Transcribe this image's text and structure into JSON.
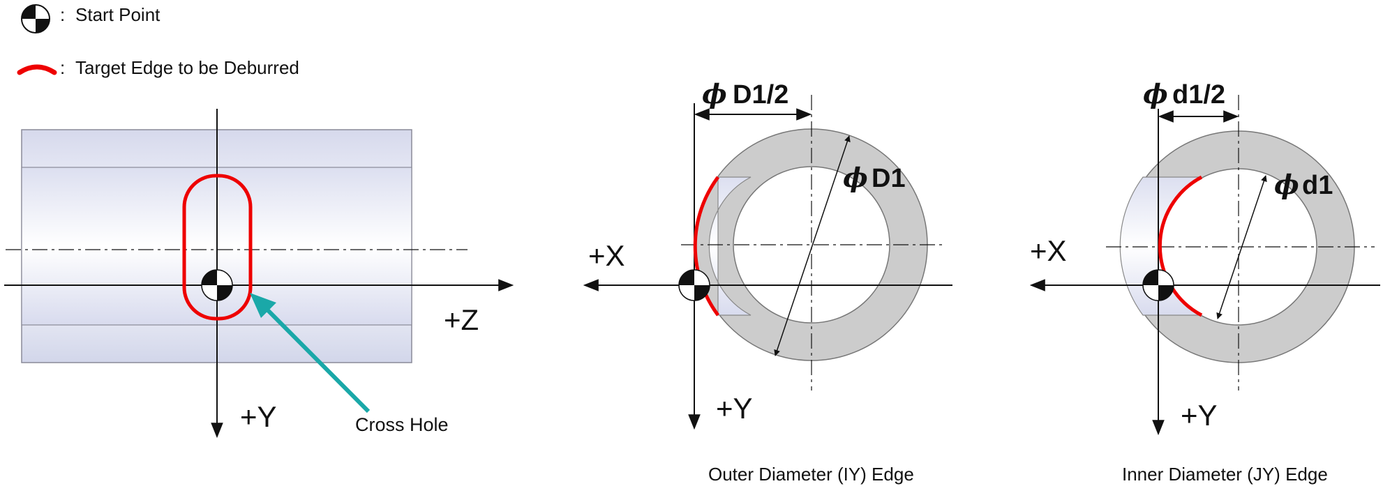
{
  "legend": {
    "start_point_icon": "start-point-marker-icon",
    "start_point_label": "Start Point",
    "edge_icon": "red-arc-icon",
    "edge_label": "Target Edge to be Deburred",
    "separator": ":"
  },
  "side_view": {
    "z_axis_label": "+Z",
    "y_axis_label": "+Y",
    "callout_label": "Cross Hole"
  },
  "outer_view": {
    "x_axis_label": "+X",
    "y_axis_label": "+Y",
    "phi_symbol": "ϕ",
    "half_dim_label": "D1/2",
    "dim_label": "D1",
    "caption": "Outer Diameter (IY) Edge"
  },
  "inner_view": {
    "x_axis_label": "+X",
    "y_axis_label": "+Y",
    "phi_symbol": "ϕ",
    "half_dim_label": "d1/2",
    "dim_label": "d1",
    "caption": "Inner Diameter (JY) Edge"
  },
  "colors": {
    "edge_red": "#ee0000",
    "callout_teal": "#1aa8a8",
    "ring_gray": "#cccccc",
    "cylinder_light": "#f4f5fb",
    "cylinder_mid": "#dcdff0",
    "line": "#111111"
  }
}
